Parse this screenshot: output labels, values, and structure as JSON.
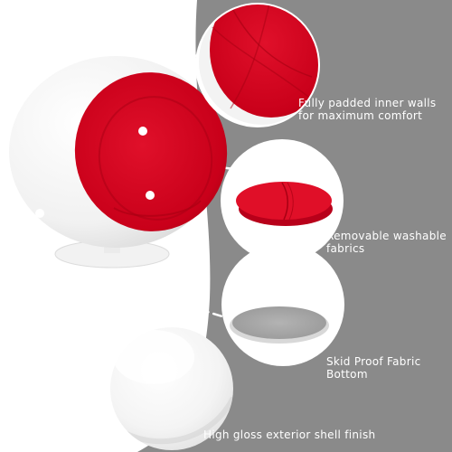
{
  "colors": {
    "panel": "#8a8a8a",
    "upholstery": "#d2001d",
    "shell": "#f6f6f6",
    "felt": "#a9a9a9",
    "connector": "#ffffff",
    "label": "#ffffff"
  },
  "product": {
    "name_hint": "egg-ball-chair"
  },
  "features": [
    {
      "lines": [
        "Fully padded inner walls",
        "for maximum comfort"
      ]
    },
    {
      "lines": [
        "Removable washable",
        "fabrics"
      ]
    },
    {
      "lines": [
        "Skid Proof Fabric",
        "Bottom"
      ]
    },
    {
      "lines": [
        "High gloss exterior shell finish"
      ]
    }
  ]
}
